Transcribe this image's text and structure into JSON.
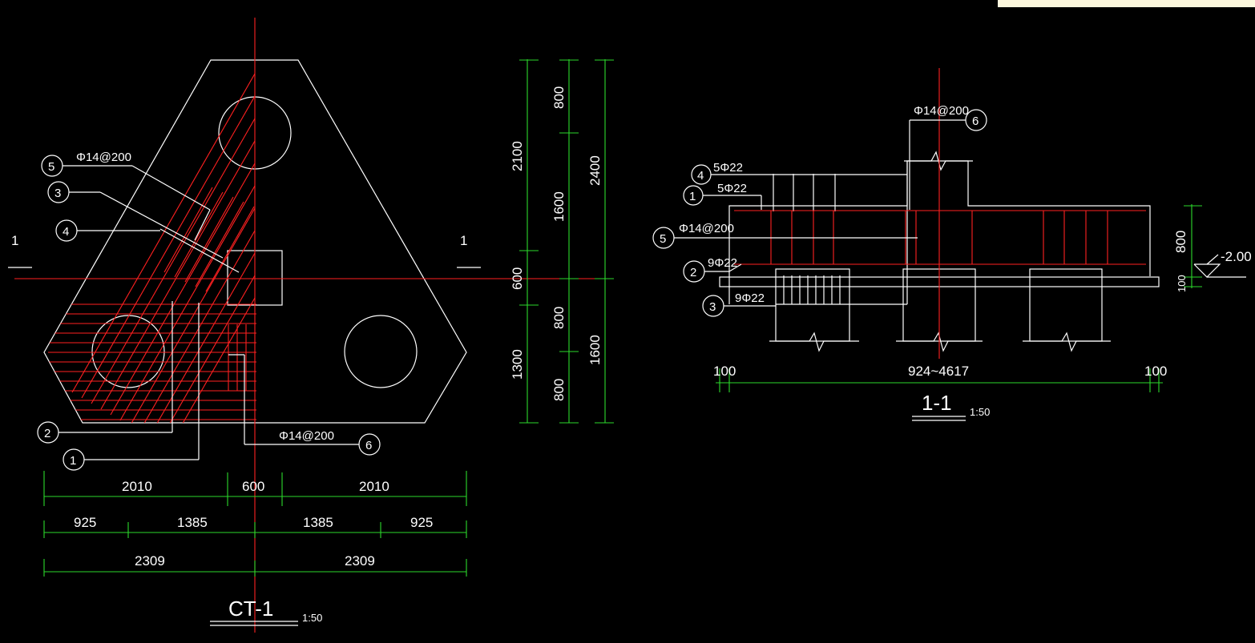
{
  "colors": {
    "background": "#000000",
    "outline": "#ffffff",
    "rebar": "#ff2020",
    "dimension": "#2bd92b",
    "panel": "#fdf8de"
  },
  "plan": {
    "title": "CT-1",
    "scale": "1:50",
    "section_marks": [
      "1",
      "1"
    ],
    "callouts": {
      "c1": "1",
      "c2": "2",
      "c3": "3",
      "c4": "4",
      "c5": "5",
      "c6": "6",
      "spec5": "Φ14@200",
      "spec6": "Φ14@200"
    },
    "dims_bottom": {
      "row1": [
        "2010",
        "600",
        "2010"
      ],
      "row2": [
        "925",
        "1385",
        "1385",
        "925"
      ],
      "row3": [
        "2309",
        "2309"
      ]
    },
    "dims_right": {
      "inner": [
        "800",
        "1600",
        "800",
        "800"
      ],
      "middle": [
        "2100",
        "600",
        "1300"
      ],
      "outer": [
        "2400",
        "1600"
      ]
    }
  },
  "section": {
    "title": "1-1",
    "scale": "1:50",
    "callouts": {
      "c1": "1",
      "c2": "2",
      "c3": "3",
      "c4": "4",
      "c5": "5",
      "c6": "6",
      "spec1": "5Φ22",
      "spec2": "9Φ22",
      "spec3": "9Φ22",
      "spec4": "5Φ22",
      "spec5": "Φ14@200",
      "spec6": "Φ14@200"
    },
    "dims": {
      "height": "800",
      "cushion": "100",
      "elevation": "-2.00",
      "left": "100",
      "middle": "924~4617",
      "right": "100"
    }
  }
}
